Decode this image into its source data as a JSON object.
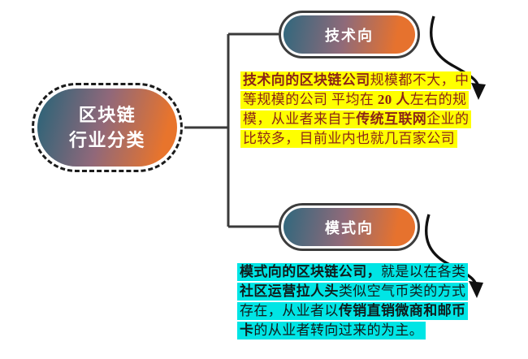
{
  "root_node": {
    "line1": "区块链",
    "line2": "行业分类"
  },
  "branches": [
    {
      "label": "技术向",
      "highlight_color": "#ffff00",
      "text_color": "#8b2418",
      "lines": [
        [
          {
            "text": "技术向的区块链公司",
            "bold": true
          },
          {
            "text": "规模都不大，中",
            "bold": false
          }
        ],
        [
          {
            "text": "等规模的公司 平均在 ",
            "bold": false
          },
          {
            "text": "20 人",
            "bold": true
          },
          {
            "text": "左右的规",
            "bold": false
          }
        ],
        [
          {
            "text": "模，从业者来自于",
            "bold": false
          },
          {
            "text": "传统互联网",
            "bold": true
          },
          {
            "text": "企业的",
            "bold": false
          }
        ],
        [
          {
            "text": "比较多，目前业内也就几百家公司",
            "bold": false
          }
        ]
      ]
    },
    {
      "label": "模式向",
      "highlight_color": "#00e5e5",
      "text_color": "#101c1c",
      "lines": [
        [
          {
            "text": "模式向的区块链公司，",
            "bold": true
          },
          {
            "text": "就是以在各类",
            "bold": false
          }
        ],
        [
          {
            "text": "社区运营拉人头",
            "bold": true
          },
          {
            "text": "类似空气币类的方式",
            "bold": false
          }
        ],
        [
          {
            "text": "存在，从业者以",
            "bold": false
          },
          {
            "text": "传销直销微商和邮币",
            "bold": true
          }
        ],
        [
          {
            "text": "卡",
            "bold": true
          },
          {
            "text": "的从业者转向过来的为主。",
            "bold": false
          }
        ]
      ]
    }
  ],
  "colors": {
    "node_gradient_left": "#2f6478",
    "node_gradient_mid": "#90687a",
    "node_gradient_right": "#e8742c",
    "node_label_text": "#ffffff",
    "node_border": "#3d3d3d",
    "root_border": "#1b1b1b",
    "connector": "#3a3a3a",
    "arrow": "#111111"
  }
}
